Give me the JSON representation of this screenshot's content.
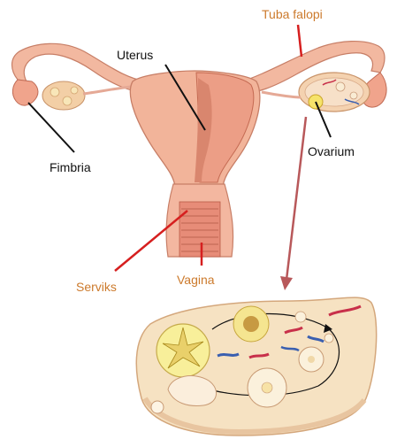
{
  "labels": {
    "uterus": "Uterus",
    "tuba_falopi": "Tuba falopi",
    "fimbria": "Fimbria",
    "ovarium": "Ovarium",
    "serviks": "Serviks",
    "vagina": "Vagina"
  },
  "colors": {
    "tissue": "#f0b49a",
    "tissue_dark": "#d98a70",
    "ovary_wall": "#f4d8a8",
    "label_orange": "#cc7a2c",
    "pointer_red": "#d61f1f",
    "pointer_black": "#111111",
    "zoom_arrow": "#b8585a"
  }
}
